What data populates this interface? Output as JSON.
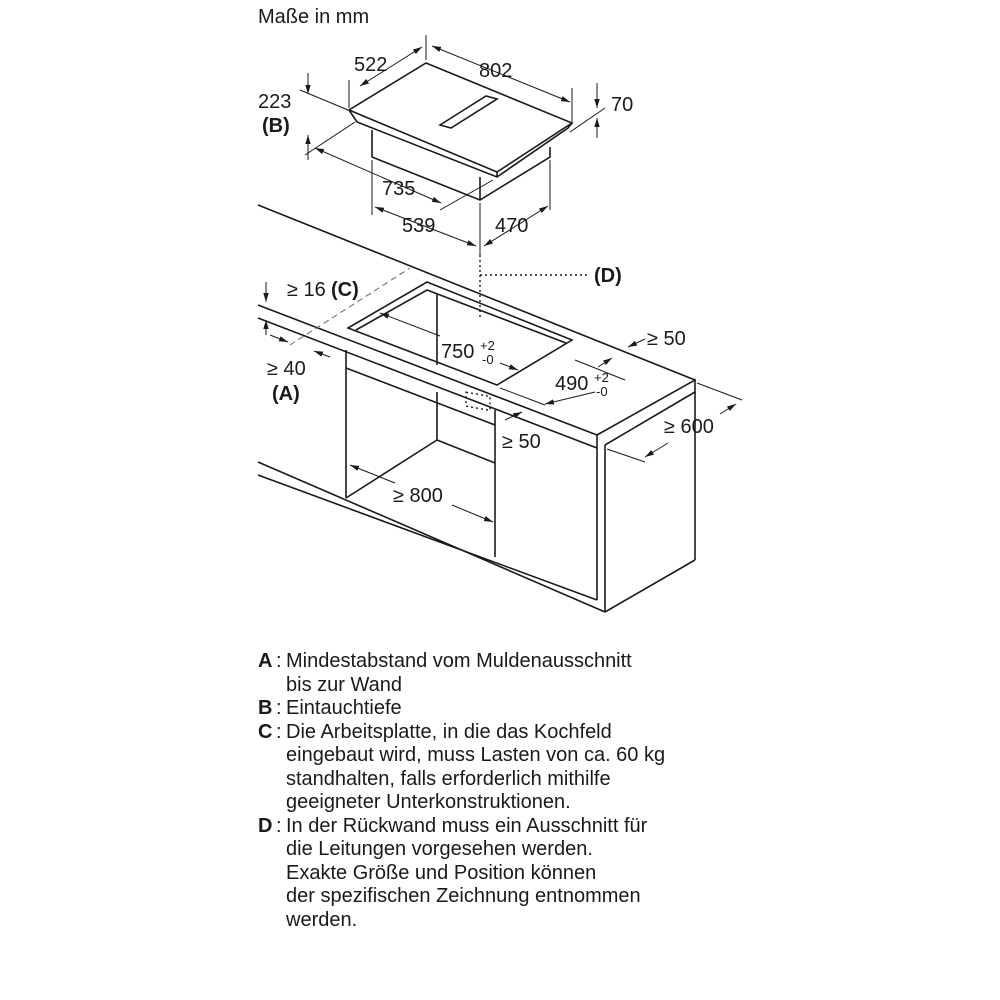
{
  "title": "Maße in mm",
  "dimensions": {
    "hob_depth": "522",
    "hob_width": "802",
    "hob_height": "70",
    "immersion_depth": "223",
    "immersion_key": "(B)",
    "body_width": "735",
    "body_front": "539",
    "body_depth": "470",
    "wall_key": "(D)",
    "countertop_thickness": "≥ 16",
    "countertop_key": "(C)",
    "wall_distance": "≥ 40",
    "wall_distance_key": "(A)",
    "cutout_width": "750",
    "cutout_width_tol_plus": "+2",
    "cutout_width_tol_minus": "-0",
    "cutout_depth": "490",
    "cutout_depth_tol_plus": "+2",
    "cutout_depth_tol_minus": "-0",
    "back_distance": "≥ 50",
    "front_distance": "≥ 50",
    "counter_depth": "≥ 600",
    "cabinet_width": "≥ 800"
  },
  "notes": [
    {
      "key": "A",
      "lines": [
        "Mindestabstand vom Muldenausschnitt",
        "bis zur Wand"
      ]
    },
    {
      "key": "B",
      "lines": [
        "Eintauchtiefe"
      ]
    },
    {
      "key": "C",
      "lines": [
        "Die Arbeitsplatte, in die das Kochfeld",
        "eingebaut wird, muss Lasten von ca. 60 kg",
        "standhalten, falls erforderlich mithilfe",
        "geeigneter Unterkonstruktionen."
      ]
    },
    {
      "key": "D",
      "lines": [
        "In der Rückwand muss ein Ausschnitt für",
        "die Leitungen vorgesehen werden.",
        "Exakte Größe und Position können",
        "der spezifischen Zeichnung entnommen",
        "werden."
      ]
    }
  ]
}
